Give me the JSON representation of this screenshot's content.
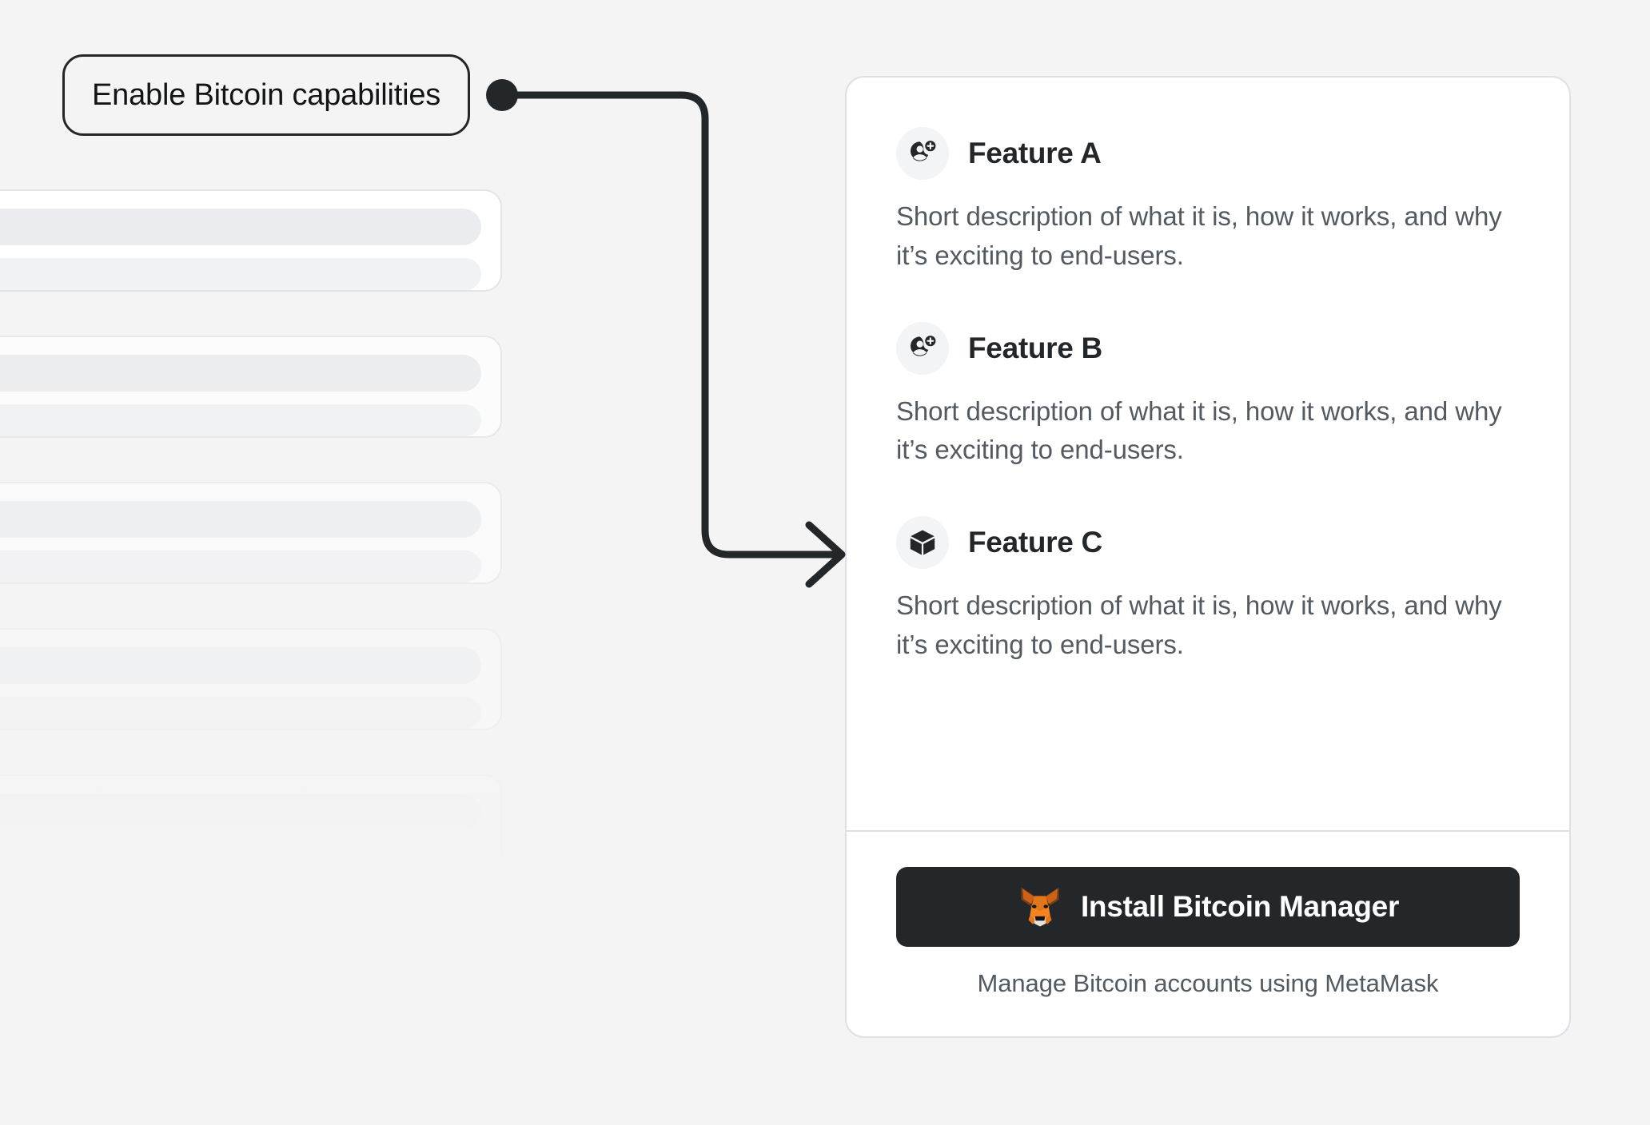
{
  "page": {
    "background_color": "#F4F4F4"
  },
  "callout": {
    "label": "Enable Bitcoin capabilities",
    "border_color": "#24272A",
    "connector_color": "#24272A"
  },
  "skeleton": {
    "card_count": 6,
    "card_background": "#FFFFFF",
    "bar_color_primary": "#EAECEF",
    "bar_color_secondary": "#F1F2F4"
  },
  "card": {
    "background_color": "#FFFFFF",
    "border_color": "#DDE0E5",
    "features": [
      {
        "icon": "user-add-icon",
        "title": "Feature A",
        "description": "Short description of what it is, how it works, and why it’s exciting to end-users."
      },
      {
        "icon": "user-add-icon",
        "title": "Feature B",
        "description": "Short description of what it is, how it works, and why it’s exciting to end-users."
      },
      {
        "icon": "cube-icon",
        "title": "Feature C",
        "description": "Short description of what it is, how it works, and why it’s exciting to end-users."
      }
    ],
    "footer": {
      "install_button": {
        "label": "Install Bitcoin Manager",
        "icon": "metamask-fox-icon",
        "background_color": "#24272A",
        "text_color": "#FFFFFF"
      },
      "caption": "Manage Bitcoin accounts using MetaMask"
    }
  }
}
